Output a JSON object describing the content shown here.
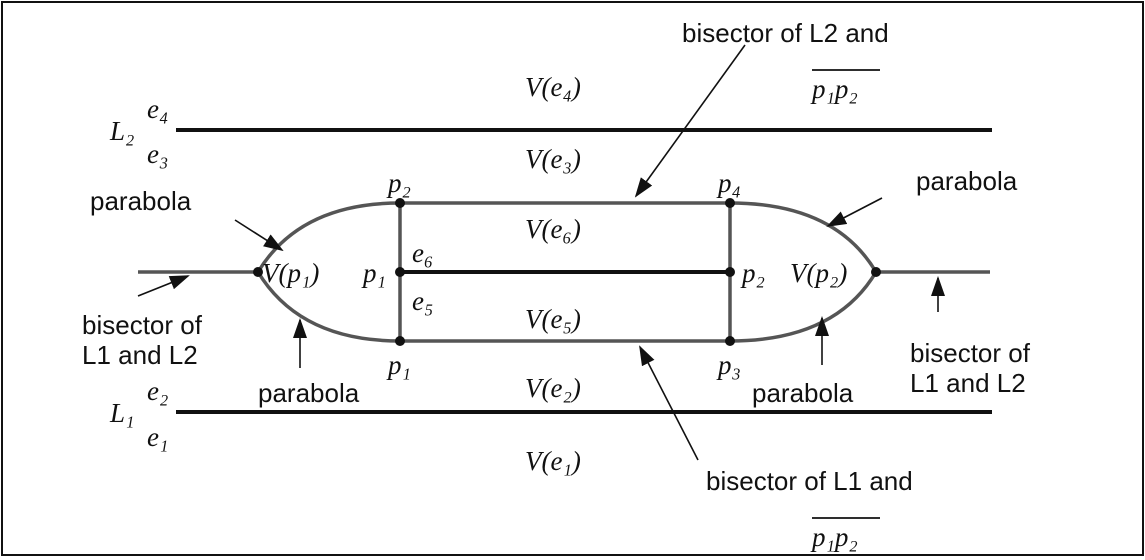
{
  "regions": {
    "v_e4": "V(e₄)",
    "v_e3": "V(e₃)",
    "v_e6": "V(e₆)",
    "v_e5": "V(e₅)",
    "v_e2": "V(e₂)",
    "v_e1": "V(e₁)",
    "v_p1": "V(p₁)",
    "v_p2": "V(p₂)"
  },
  "lines": {
    "L2": "L₂",
    "L1": "L₁",
    "e4": "e₄",
    "e3": "e₃",
    "e2": "e₂",
    "e1": "e₁",
    "e6": "e₆",
    "e5": "e₅"
  },
  "points": {
    "p2_top": "p₂",
    "p4_top": "p₄",
    "p1_mid": "p₁",
    "p2_mid": "p₂",
    "p1_bottom": "p₁",
    "p3_bottom": "p₃"
  },
  "annotations": {
    "bisector_L2_seg_line1": "bisector of L2 and",
    "bisector_L2_seg_line2": "p₁p₂",
    "bisector_L1_seg_line1": "bisector of L1 and",
    "bisector_L1_seg_line2": "p₁p₂",
    "parabola_top_left": "parabola",
    "parabola_top_right": "parabola",
    "parabola_bottom_left": "parabola",
    "parabola_bottom_right": "parabola",
    "bisector_left_line1": "bisector of",
    "bisector_left_line2": "L1 and L2",
    "bisector_right_line1": "bisector of",
    "bisector_right_line2": "L1 and L2"
  }
}
